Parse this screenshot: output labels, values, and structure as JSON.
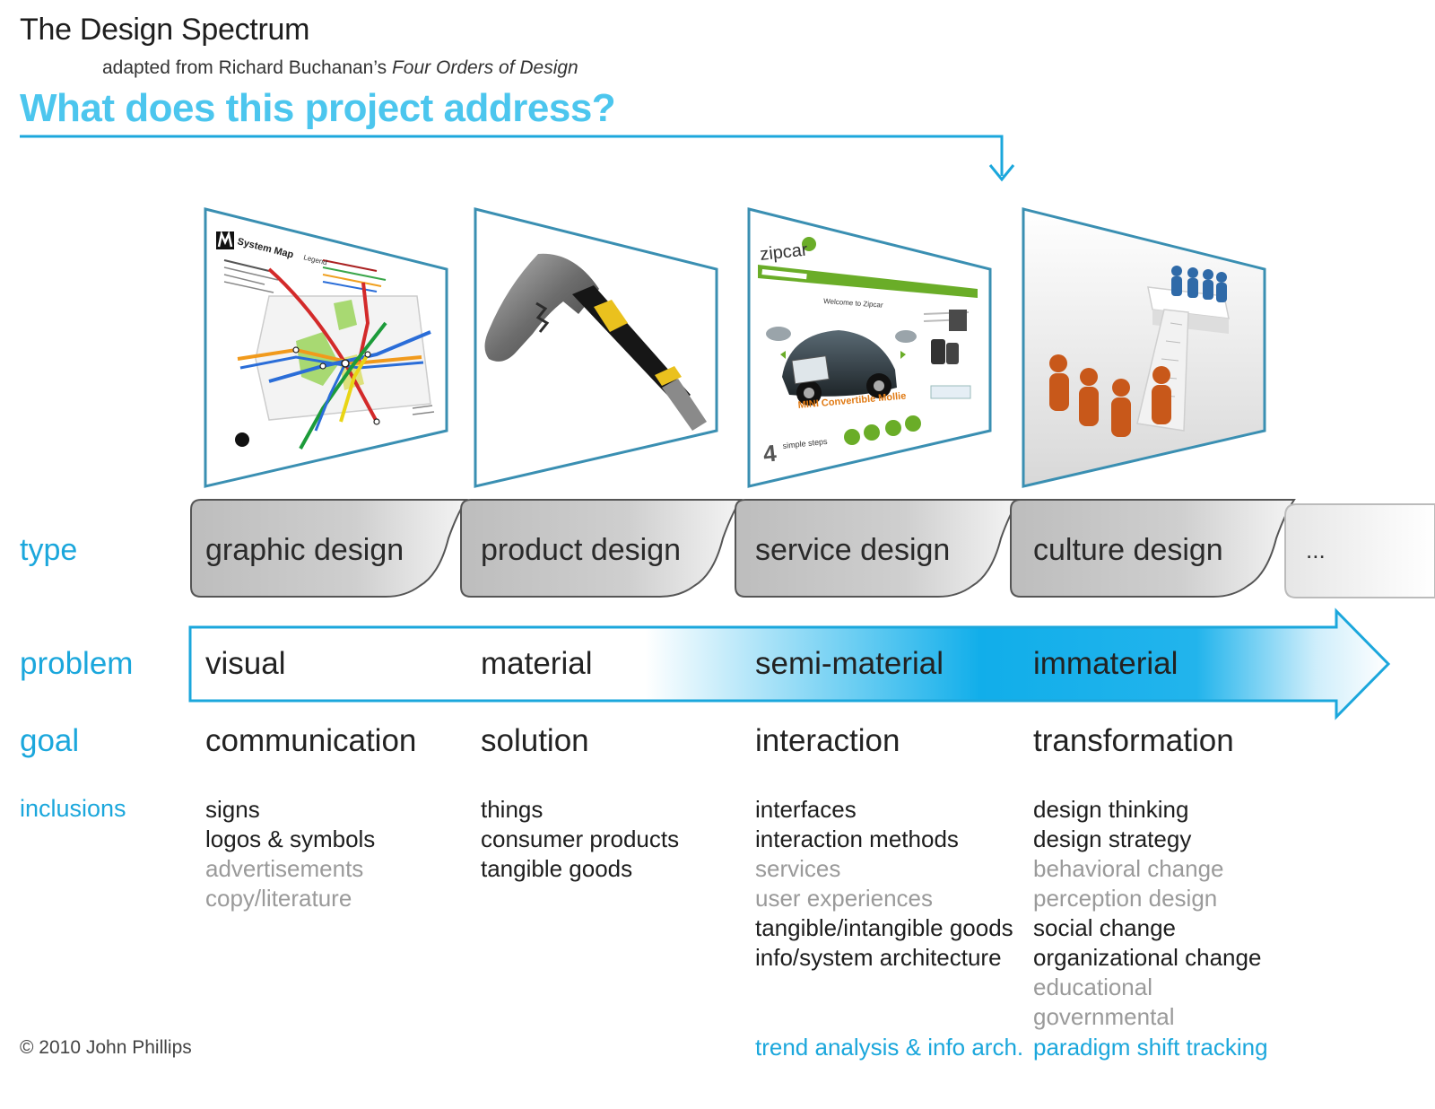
{
  "header": {
    "title": "The Design Spectrum",
    "subtitle_prefix": "adapted from Richard Buchanan’s ",
    "subtitle_work": "Four Orders of Design",
    "question": "What does this project address?"
  },
  "row_labels": {
    "type": "type",
    "problem": "problem",
    "goal": "goal",
    "inclusions": "inclusions"
  },
  "columns": [
    {
      "type": "graphic design",
      "problem": "visual",
      "goal": "communication",
      "inclusions": [
        {
          "text": "signs",
          "muted": false
        },
        {
          "text": "logos & symbols",
          "muted": false
        },
        {
          "text": "advertisements",
          "muted": true
        },
        {
          "text": "copy/literature",
          "muted": true
        }
      ],
      "footnote": "",
      "image": {
        "brand": "System Map",
        "sub": "Legend"
      }
    },
    {
      "type": "product design",
      "problem": "material",
      "goal": "solution",
      "inclusions": [
        {
          "text": "things",
          "muted": false
        },
        {
          "text": "consumer products",
          "muted": false
        },
        {
          "text": "tangible goods",
          "muted": false
        }
      ],
      "footnote": ""
    },
    {
      "type": "service design",
      "problem": "semi-material",
      "goal": "interaction",
      "inclusions": [
        {
          "text": "interfaces",
          "muted": false
        },
        {
          "text": "interaction methods",
          "muted": false
        },
        {
          "text": "services",
          "muted": true
        },
        {
          "text": "user experiences",
          "muted": true
        },
        {
          "text": "tangible/intangible goods",
          "muted": false
        },
        {
          "text": "info/system architecture",
          "muted": false
        }
      ],
      "footnote": "trend analysis & info arch.",
      "image": {
        "brand": "zipcar",
        "welcome": "Welcome to Zipcar",
        "car": "MINI Convertible Mollie",
        "steps_num": "4",
        "steps_text": "simple steps"
      }
    },
    {
      "type": "culture design",
      "problem": "immaterial",
      "goal": "transformation",
      "inclusions": [
        {
          "text": "design thinking",
          "muted": false
        },
        {
          "text": "design strategy",
          "muted": false
        },
        {
          "text": "behavioral change",
          "muted": true
        },
        {
          "text": "perception design",
          "muted": true
        },
        {
          "text": "social change",
          "muted": false
        },
        {
          "text": "organizational change",
          "muted": false
        },
        {
          "text": "educational",
          "muted": true
        },
        {
          "text": "governmental",
          "muted": true
        }
      ],
      "footnote": "paradigm shift tracking"
    }
  ],
  "extra_type": "...",
  "copyright": "© 2010 John Phillips",
  "colors": {
    "accent": "#1ba7dc",
    "question": "#4cc6ee",
    "tab_fill": "#c4c4c4",
    "tab_stroke": "#555555",
    "frame": "#3a8fb2"
  }
}
